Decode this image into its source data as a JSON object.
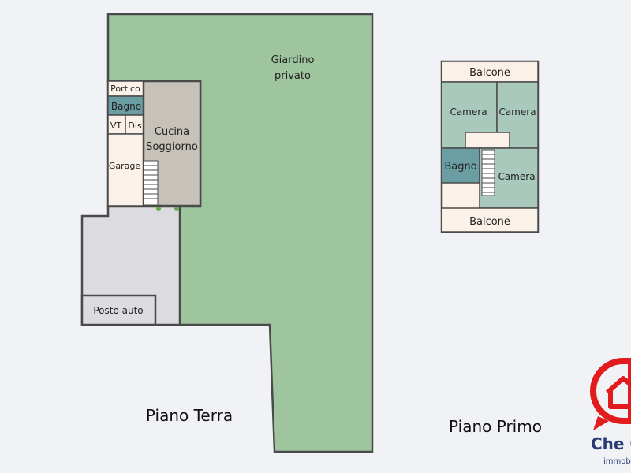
{
  "colors": {
    "background": "#f1f2f6",
    "garden": "#9fc59f",
    "paving": "#dcdce0",
    "living": "#c6c2ba",
    "bedroom": "#a9c9bd",
    "bathroom": "#6a9ea2",
    "floor_light": "#fbf1e9",
    "wall": "#4a4a4a",
    "plant": "#6aa84f",
    "logo_red": "#e21c1c",
    "logo_blue": "#2a3b75"
  },
  "ground_floor": {
    "title": "Piano Terra",
    "rooms": {
      "giardino": "Giardino privato",
      "portico": "Portico",
      "bagno": "Bagno",
      "vt": "VT",
      "dis": "Dis",
      "cucina": "Cucina Soggiorno",
      "garage": "Garage",
      "posto_auto": "Posto auto"
    }
  },
  "first_floor": {
    "title": "Piano Primo",
    "rooms": {
      "balcone_top": "Balcone",
      "camera_1": "Camera",
      "camera_2": "Camera",
      "bagno": "Bagno",
      "camera_3": "Camera",
      "balcone_bottom": "Balcone"
    }
  },
  "logo": {
    "brand": "Che C",
    "tagline": "immobi"
  }
}
